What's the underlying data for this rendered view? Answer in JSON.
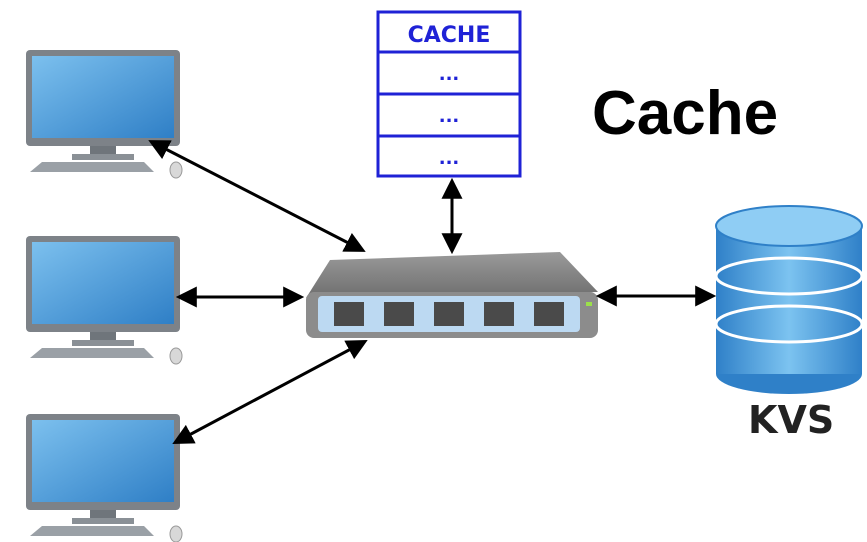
{
  "title": "Cache",
  "cache_box": {
    "header": "CACHE",
    "rows": [
      "...",
      "...",
      "..."
    ]
  },
  "kvs_label": "KVS",
  "icons": [
    "computer-icon",
    "computer-icon",
    "computer-icon",
    "network-switch-icon",
    "database-icon"
  ],
  "colors": {
    "cache_border": "#1f22d6",
    "cache_text": "#1f22d6",
    "monitor_screen": "#4a9ad8",
    "database": "#3b8fd2"
  }
}
